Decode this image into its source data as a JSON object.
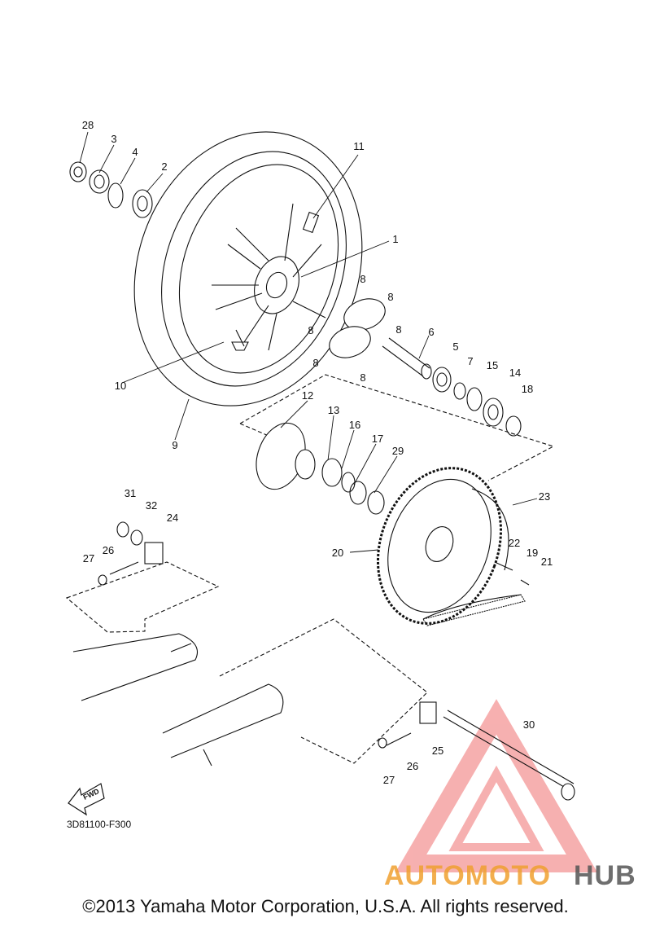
{
  "diagram": {
    "callouts": [
      {
        "id": "28",
        "label": "28"
      },
      {
        "id": "3",
        "label": "3"
      },
      {
        "id": "4",
        "label": "4"
      },
      {
        "id": "2",
        "label": "2"
      },
      {
        "id": "11",
        "label": "11"
      },
      {
        "id": "1",
        "label": "1"
      },
      {
        "id": "8a",
        "label": "8"
      },
      {
        "id": "8b",
        "label": "8"
      },
      {
        "id": "8c",
        "label": "8"
      },
      {
        "id": "8d",
        "label": "8"
      },
      {
        "id": "8e",
        "label": "8"
      },
      {
        "id": "8f",
        "label": "8"
      },
      {
        "id": "6",
        "label": "6"
      },
      {
        "id": "5",
        "label": "5"
      },
      {
        "id": "7",
        "label": "7"
      },
      {
        "id": "15",
        "label": "15"
      },
      {
        "id": "14",
        "label": "14"
      },
      {
        "id": "18",
        "label": "18"
      },
      {
        "id": "10",
        "label": "10"
      },
      {
        "id": "9",
        "label": "9"
      },
      {
        "id": "12",
        "label": "12"
      },
      {
        "id": "13",
        "label": "13"
      },
      {
        "id": "16",
        "label": "16"
      },
      {
        "id": "17",
        "label": "17"
      },
      {
        "id": "29",
        "label": "29"
      },
      {
        "id": "31",
        "label": "31"
      },
      {
        "id": "32",
        "label": "32"
      },
      {
        "id": "24",
        "label": "24"
      },
      {
        "id": "26a",
        "label": "26"
      },
      {
        "id": "27a",
        "label": "27"
      },
      {
        "id": "23",
        "label": "23"
      },
      {
        "id": "22",
        "label": "22"
      },
      {
        "id": "19",
        "label": "19"
      },
      {
        "id": "21",
        "label": "21"
      },
      {
        "id": "20",
        "label": "20"
      },
      {
        "id": "30",
        "label": "30"
      },
      {
        "id": "25",
        "label": "25"
      },
      {
        "id": "26b",
        "label": "26"
      },
      {
        "id": "27b",
        "label": "27"
      }
    ],
    "fwd_label": "FWD",
    "ref_code": "3D81100-F300"
  },
  "watermark": {
    "part1": "AUTOMOTO",
    "part2": "HUB",
    "color1": "#f0a030",
    "color2": "#555555",
    "triangle_color": "#f08080"
  },
  "copyright": "©2013 Yamaha Motor Corporation, U.S.A. All rights reserved."
}
